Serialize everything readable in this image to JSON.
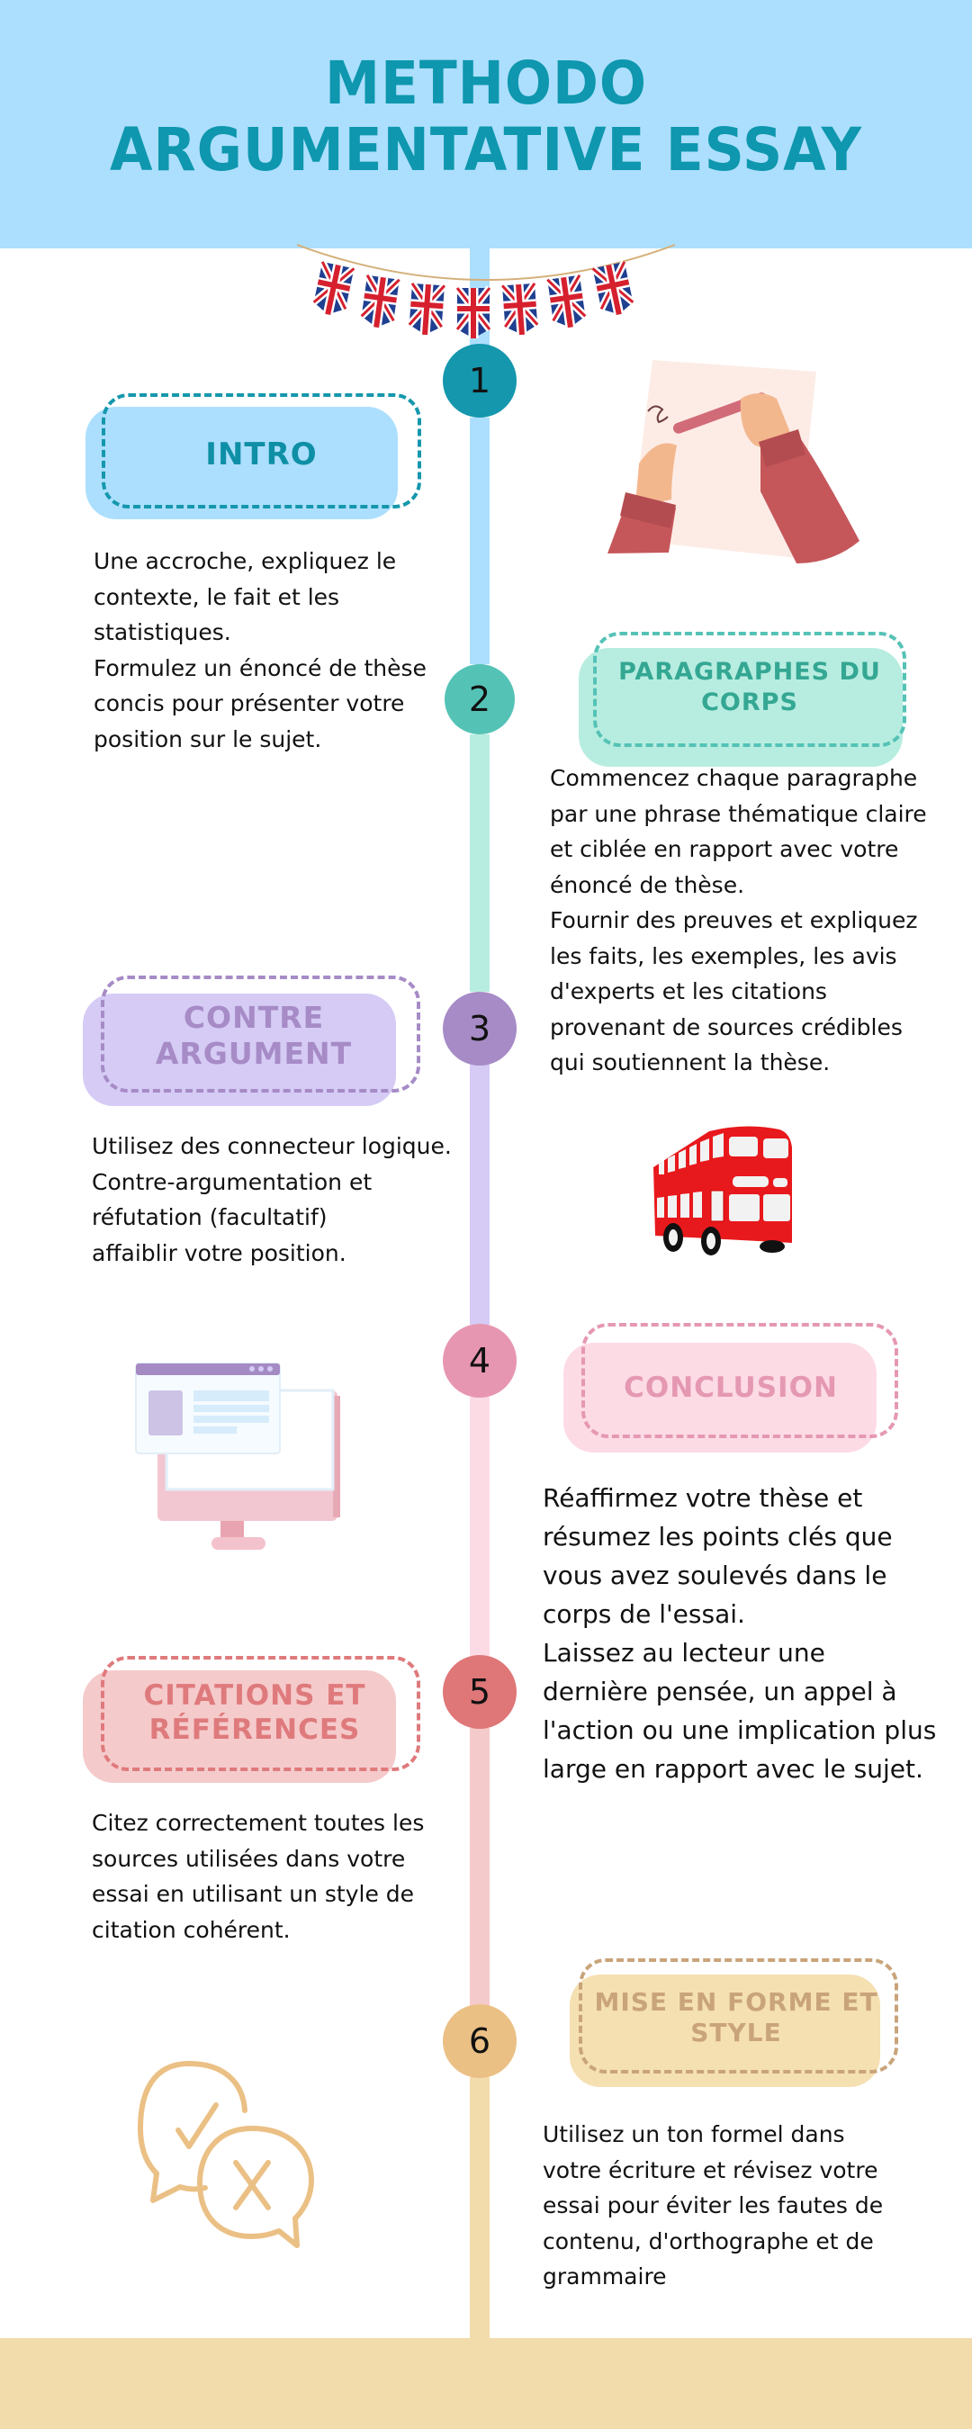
{
  "header": {
    "title_line1": "METHODO",
    "title_line2": "ARGUMENTATIVE ESSAY"
  },
  "colors": {
    "header_bg": "#acdffd",
    "title": "#0e97ae",
    "footer_bg": "#f3dcac"
  },
  "steps": [
    {
      "number": "1",
      "title": "INTRO",
      "text": "Une accroche, expliquez le\ncontexte, le fait et les\nstatistiques.\nFormulez un énoncé de thèse\nconcis pour présenter votre\nposition sur le sujet.",
      "circle_color": "#1597ad",
      "label_fill": "#acdffd",
      "label_text_color": "#0e8fa6",
      "illustration": "hands-writing-icon"
    },
    {
      "number": "2",
      "title_line1": "PARAGRAPHES DU",
      "title_line2": "CORPS",
      "text": "Commencez chaque paragraphe\npar une phrase thématique claire\net ciblée en rapport avec votre\nénoncé de thèse.\nFournir des preuves et expliquez\nles faits, les exemples, les avis\nd'experts et les citations\nprovenant de sources crédibles\nqui soutiennent la thèse.",
      "circle_color": "#55c2b6",
      "label_fill": "#b7ede0",
      "label_text_color": "#34a793"
    },
    {
      "number": "3",
      "title_line1": "CONTRE",
      "title_line2": "ARGUMENT",
      "text": "Utilisez des connecteur logique.\nContre-argumentation et\nréfutation (facultatif)\naffaiblir votre position.",
      "circle_color": "#a68bc6",
      "label_fill": "#d5cbf5",
      "label_text_color": "#a68bc6",
      "illustration": "london-bus-icon"
    },
    {
      "number": "4",
      "title": "CONCLUSION",
      "text": "Réaffirmez votre thèse et\nrésumez les points clés que\nvous avez soulevés dans le\ncorps de l'essai.\nLaissez au lecteur une\ndernière pensée, un appel à\nl'action ou une implication plus\nlarge en rapport avec le sujet.",
      "circle_color": "#e796b1",
      "label_fill": "#fcdbe5",
      "label_text_color": "#e598b2",
      "illustration": "computer-monitor-icon"
    },
    {
      "number": "5",
      "title_line1": "CITATIONS ET",
      "title_line2": "RÉFÉRENCES",
      "text": "Citez correctement toutes les\nsources utilisées dans votre\nessai en utilisant un style de\ncitation cohérent.",
      "circle_color": "#df7678",
      "label_fill": "#f5cacb",
      "label_text_color": "#df7a7c"
    },
    {
      "number": "6",
      "title_line1": "MISE EN FORME ET",
      "title_line2": "STYLE",
      "text": "Utilisez un ton formel dans\nvotre écriture et révisez votre\nessai pour éviter les fautes de\ncontenu, d'orthographe et de\ngrammaire",
      "circle_color": "#ebc085",
      "label_fill": "#f5e0b2",
      "label_text_color": "#c9a47a",
      "illustration": "speech-bubbles-check-cross-icon"
    }
  ],
  "decorations": {
    "bunting": "union-jack-bunting-icon",
    "flag_count": 7
  }
}
